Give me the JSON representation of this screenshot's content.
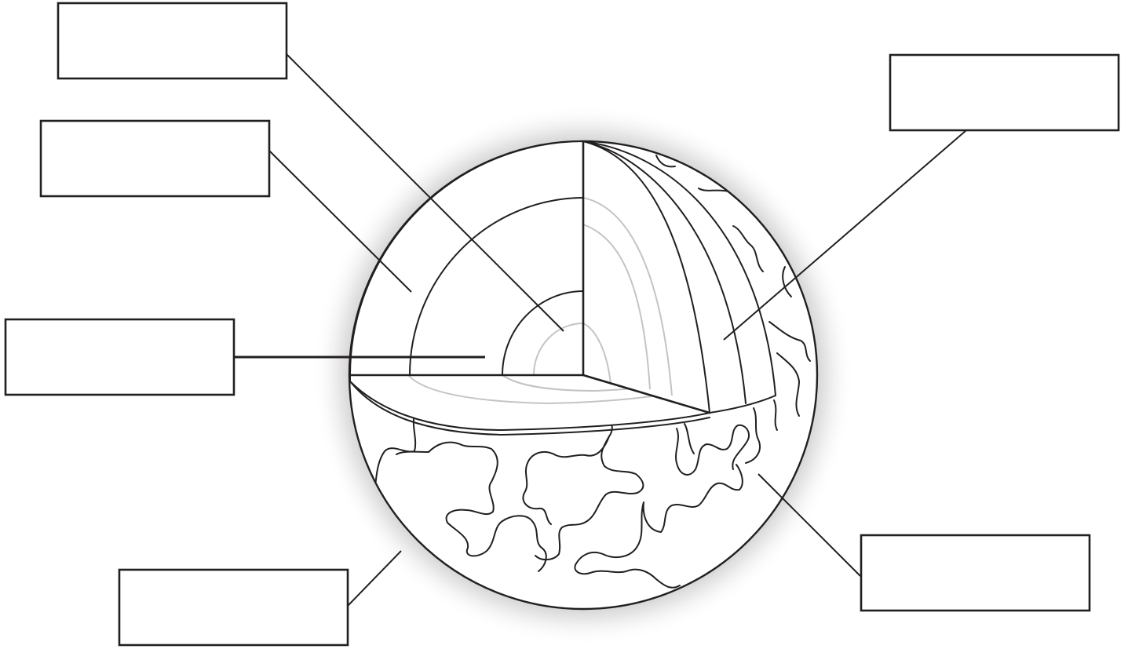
{
  "diagram": {
    "labels": [
      {
        "id": "top-left-label",
        "text": ""
      },
      {
        "id": "upper-left-label",
        "text": ""
      },
      {
        "id": "middle-left-label",
        "text": ""
      },
      {
        "id": "bottom-left-label",
        "text": ""
      },
      {
        "id": "top-right-label",
        "text": ""
      },
      {
        "id": "bottom-right-label",
        "text": ""
      }
    ]
  }
}
